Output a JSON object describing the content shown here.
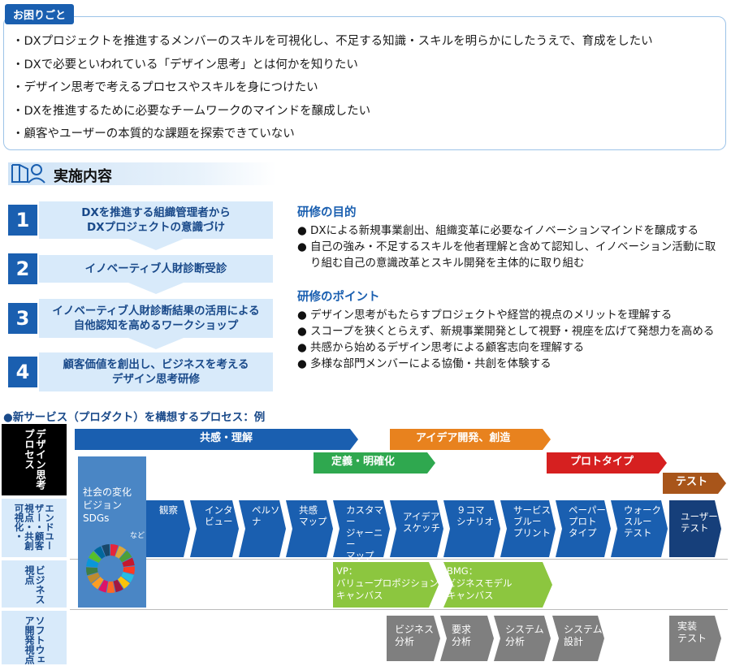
{
  "trouble": {
    "tag": "お困りごと",
    "items": [
      "・DXプロジェクトを推進するメンバーのスキルを可視化し、不足する知識・スキルを明らかにしたうえで、育成をしたい",
      "・DXで必要といわれている「デザイン思考」とは何かを知りたい",
      "・デザイン思考で考えるプロセスやスキルを身につけたい",
      "・DXを推進するために必要なチームワークのマインドを醸成したい",
      "・顧客やユーザーの本質的な課題を探索できていない"
    ]
  },
  "section": {
    "title": "実施内容",
    "icon": "people-book-icon"
  },
  "steps": [
    {
      "num": "1",
      "text": "DXを推進する組織管理者から\nDXプロジェクトの意識づけ"
    },
    {
      "num": "2",
      "text": "イノベーティブ人財診断受診"
    },
    {
      "num": "3",
      "text": "イノベーティブ人財診断結果の活用による\n自他認知を高めるワークショップ"
    },
    {
      "num": "4",
      "text": "顧客価値を創出し、ビジネスを考える\nデザイン思考研修"
    }
  ],
  "purpose": {
    "heading": "研修の目的",
    "items": [
      "DXによる新規事業創出、組織変革に必要なイノベーションマインドを醸成する",
      "自己の強み・不足するスキルを他者理解と含めて認知し、イノベーション活動に取り組む自己の意識改革とスキル開発を主体的に取り組む"
    ]
  },
  "points": {
    "heading": "研修のポイント",
    "items": [
      "デザイン思考がもたらすプロジェクトや経営的視点のメリットを理解する",
      "スコープを狭くとらえず、新規事業開発として視野・視座を広げて発想力を高める",
      "共感から始めるデザイン思考による顧客志向を理解する",
      "多様な部門メンバーによる協働・共創を体験する"
    ]
  },
  "process": {
    "title": "●新サービス（プロダクト）を構想するプロセス：例",
    "row_labels": [
      "デザイン思考プロセス",
      "エンドユーザー・顧客視点・共創可視化・",
      "ビジネス視点",
      "ソフトウェア開発視点"
    ],
    "phases": [
      "共感・理解",
      "アイデア開発、創造",
      "定義・明確化",
      "プロトタイプ",
      "テスト"
    ],
    "context_box": {
      "lines": [
        "社会の変化",
        "ビジョン",
        "SDGs"
      ],
      "note": "など"
    },
    "user_steps": [
      "観察",
      "インタ\nビュー",
      "ペルソナ",
      "共感\nマップ",
      "カスタマー\nジャーニー\nマップ",
      "アイデア\nスケッチ",
      "９コマ\nシナリオ",
      "サービス\nブルー\nプリント",
      "ペーパー\nプロト\nタイプ",
      "ウォーク\nスルー\nテスト",
      "ユーザー\nテスト"
    ],
    "biz_steps": [
      "VP：\nバリュープロポジション\nキャンバス",
      "BMG：\nビジネスモデル\nキャンバス"
    ],
    "sw_steps": [
      "ビジネス\n分析",
      "要求\n分析",
      "システム\n分析",
      "システム\n設計",
      "実装\nテスト"
    ]
  },
  "colors": {
    "primary": "#1a5fb0",
    "light": "#d8eafa",
    "orange": "#e8821e",
    "green": "#2fa84f",
    "red": "#d62020",
    "brown": "#a8551a",
    "lime": "#8cc63f",
    "gray": "#7f7f7f"
  }
}
